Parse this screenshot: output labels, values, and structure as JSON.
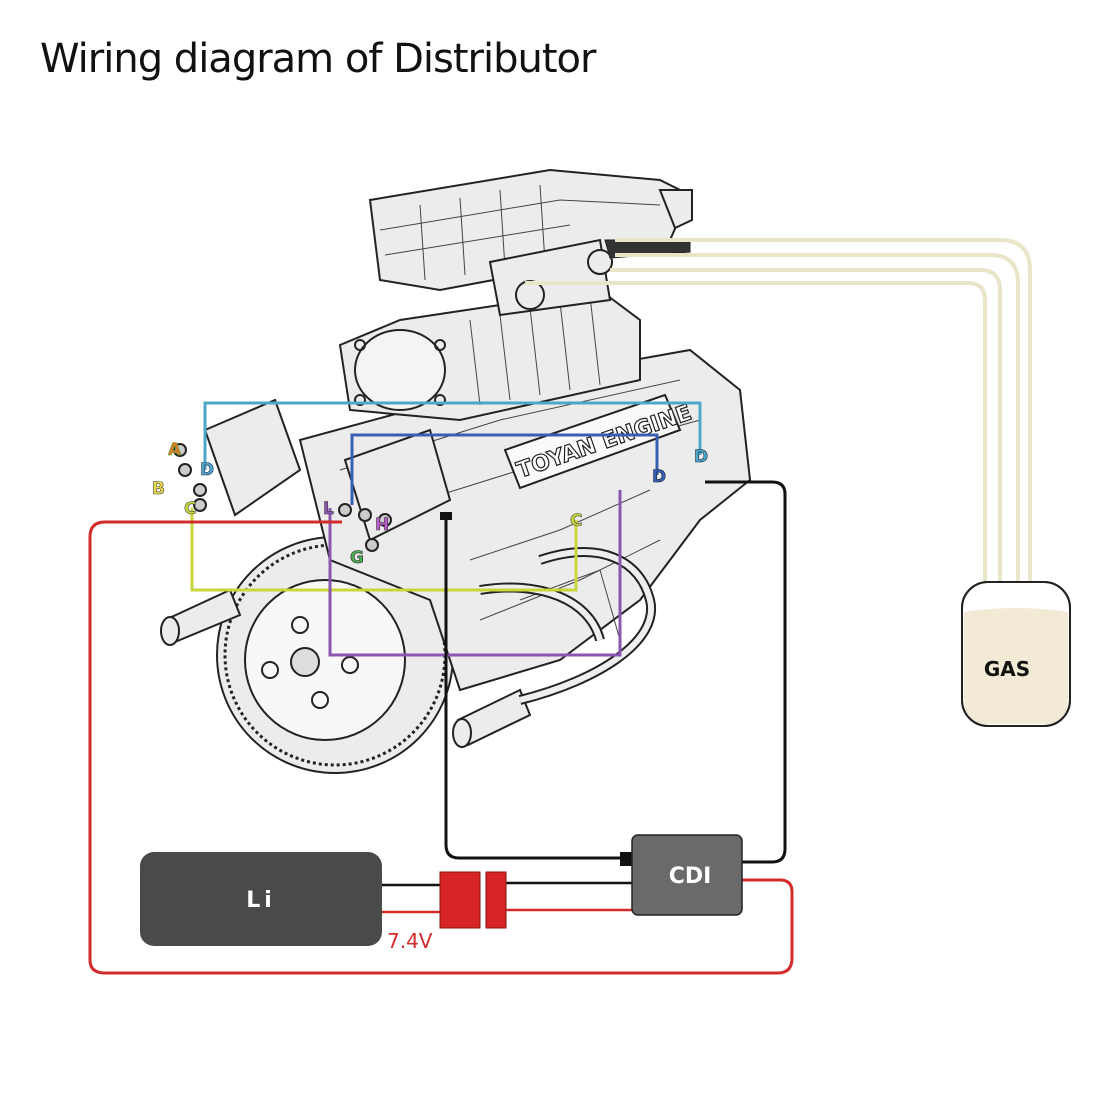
{
  "title": "Wiring diagram of Distributor",
  "colors": {
    "red_wire": "#d42b2b",
    "black_wire": "#111111",
    "fuel_line": "#e9e5c8",
    "battery": "#4a4a4a",
    "cdi": "#6a6a6a",
    "connector": "#d62424",
    "gas_fill": "#f2ead5",
    "loop_cyan": "#4fa6c8",
    "loop_blue": "#3a5fb0",
    "loop_yellow": "#c8d63a",
    "loop_purple": "#8a56b0"
  },
  "engine": {
    "brand_text": "TOYAN ENGINE",
    "plug_labels": {
      "a": "A",
      "b": "B",
      "c_left": "C",
      "d_left": "D",
      "l": "L",
      "h": "H",
      "g": "G",
      "c_right": "C",
      "d_right_1": "D",
      "d_right_2": "D"
    }
  },
  "gas_tank": {
    "label": "GAS"
  },
  "battery": {
    "label": "Li",
    "voltage": "7.4V"
  },
  "cdi": {
    "label": "CDI"
  }
}
